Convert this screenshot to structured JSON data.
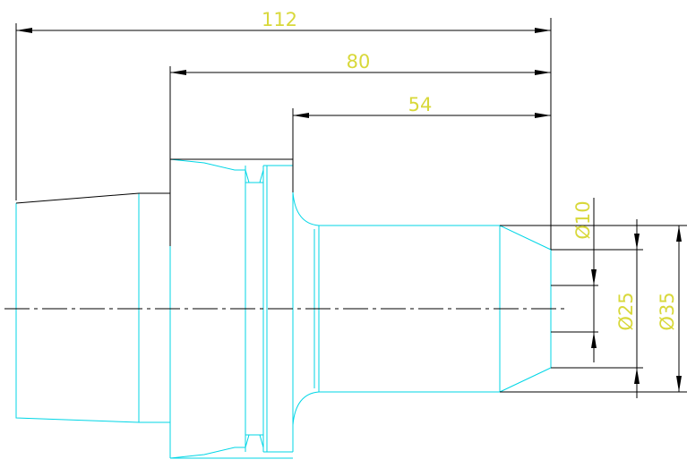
{
  "drawing": {
    "dimensions": {
      "overall_length": "112",
      "middle_length": "80",
      "right_length": "54",
      "bore_diameter": "Ø10",
      "step_diameter": "Ø25",
      "outer_diameter": "Ø35"
    },
    "colors": {
      "outline": "#00d6e6",
      "dimension_lines": "#000000",
      "dimension_text": "#d8d83a",
      "background": "#ffffff"
    }
  }
}
